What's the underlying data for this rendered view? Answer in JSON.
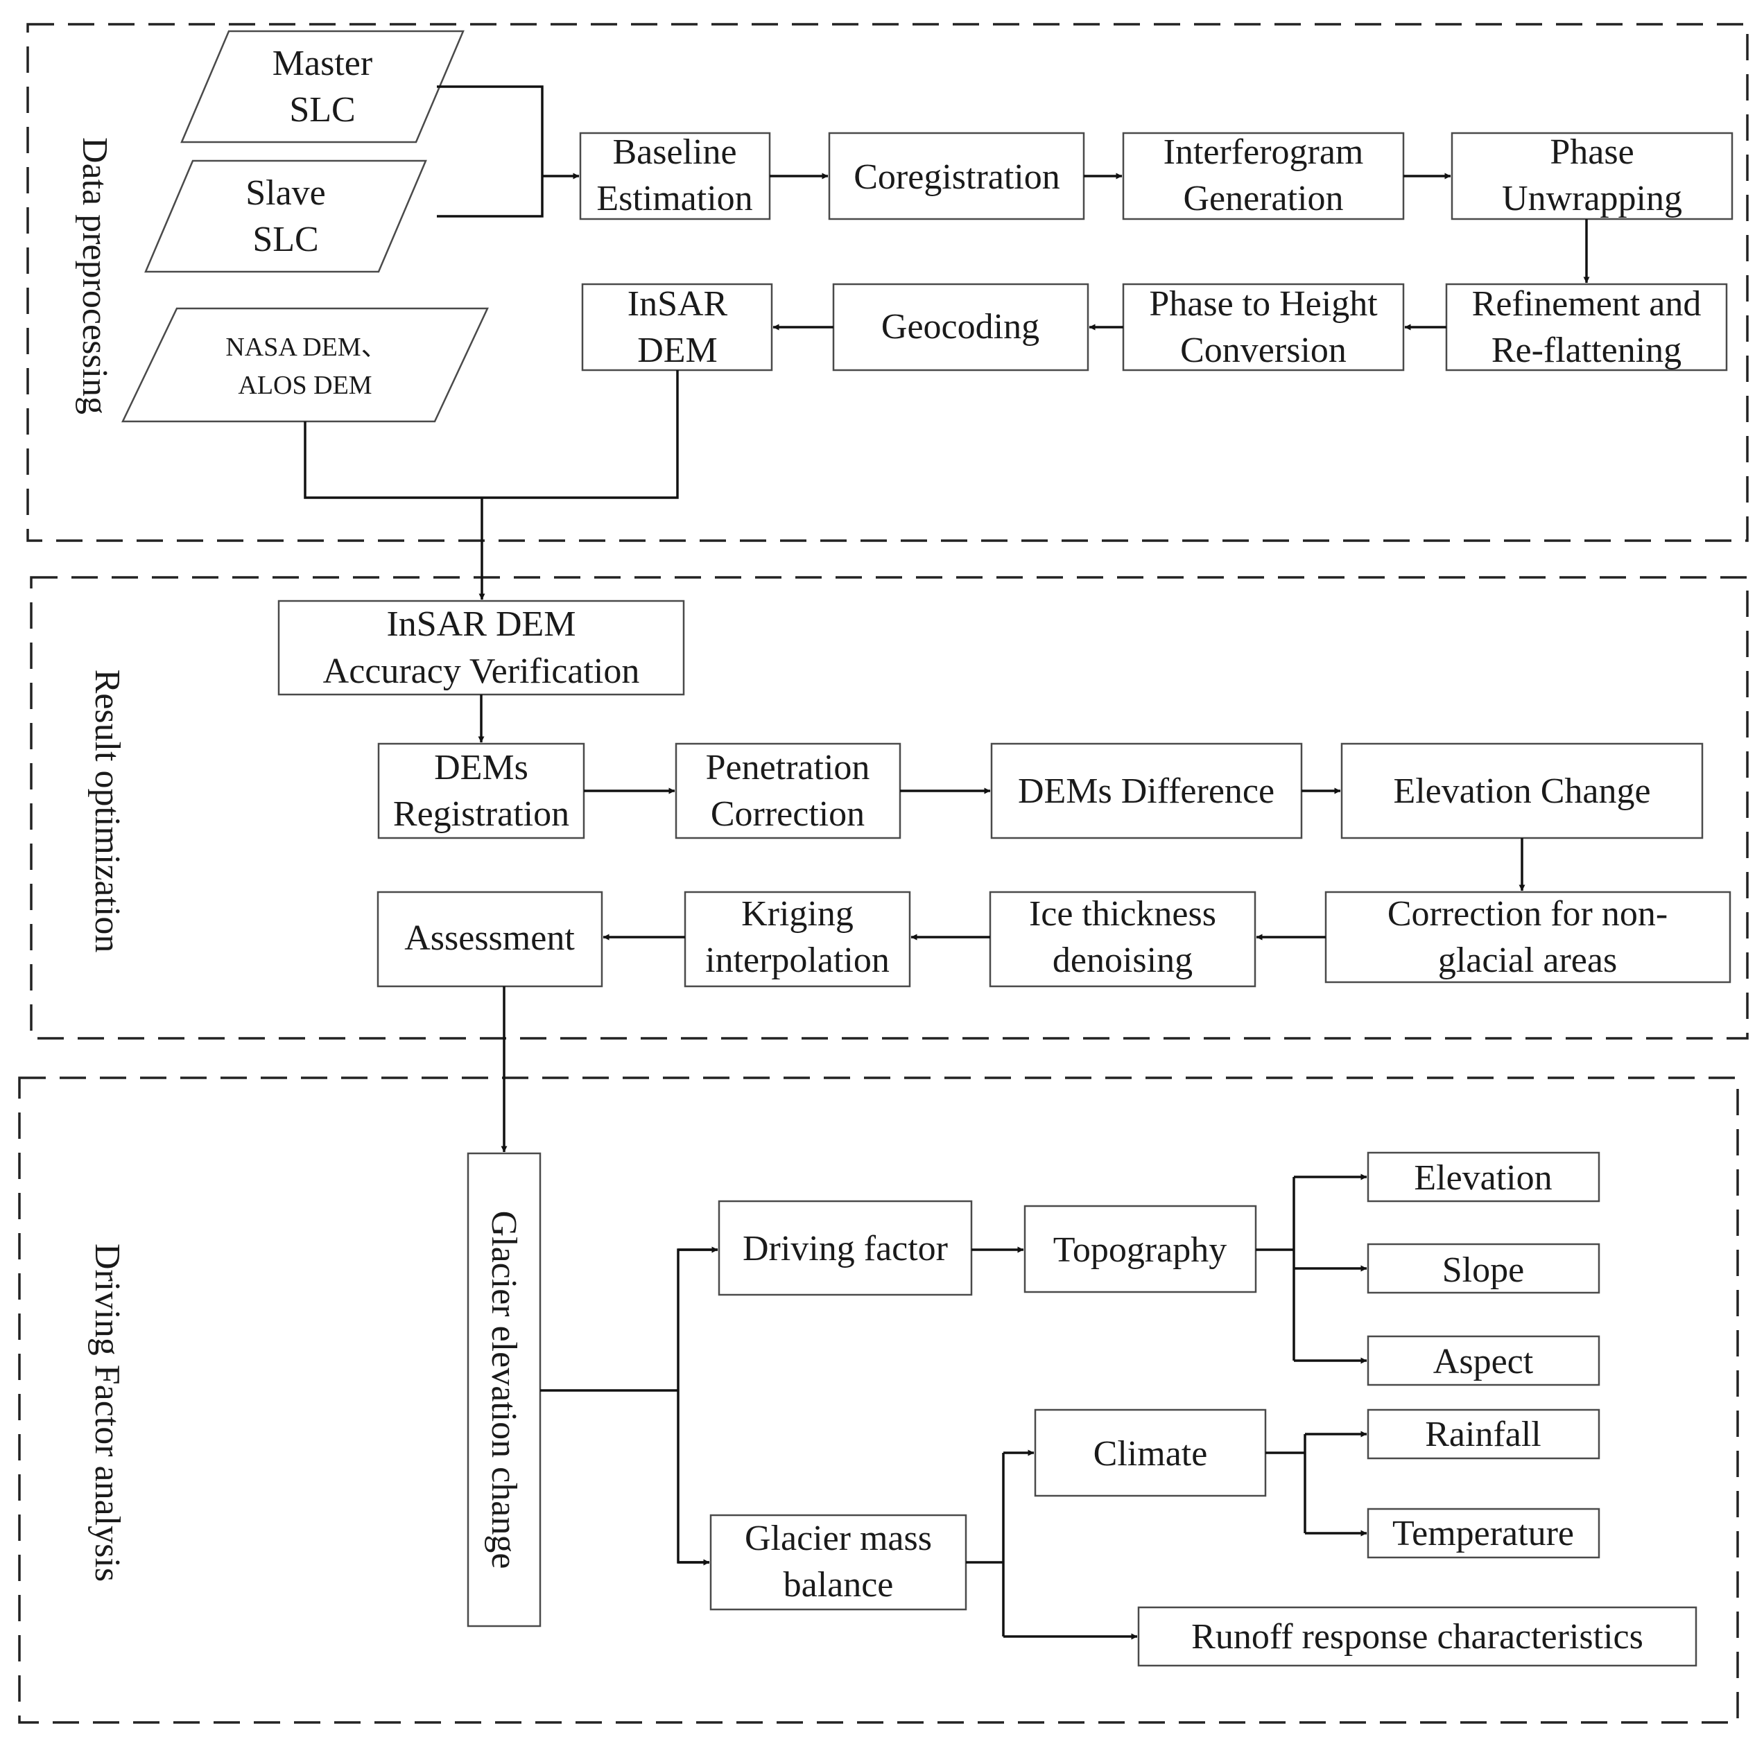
{
  "sections": {
    "data_preprocessing": "Data preprocessing",
    "result_optimization": "Result optimization",
    "driving_factor_analysis": "Driving Factor analysis"
  },
  "inputs": {
    "master_slc": [
      "Master",
      "SLC"
    ],
    "slave_slc": [
      "Slave",
      "SLC"
    ],
    "reference_dems": [
      "NASA DEM、",
      "ALOS DEM"
    ]
  },
  "preprocessing_steps": {
    "baseline_estimation": [
      "Baseline",
      "Estimation"
    ],
    "coregistration": [
      "Coregistration"
    ],
    "interferogram_generation": [
      "Interferogram",
      "Generation"
    ],
    "phase_unwrapping": [
      "Phase",
      "Unwrapping"
    ],
    "refinement_reflattening": [
      "Refinement and",
      "Re-flattening"
    ],
    "phase_to_height": [
      "Phase to Height",
      "Conversion"
    ],
    "geocoding": [
      "Geocoding"
    ],
    "insar_dem": [
      "InSAR",
      "DEM"
    ]
  },
  "optimization_steps": {
    "accuracy_verification": [
      "InSAR DEM",
      "Accuracy Verification"
    ],
    "dems_registration": [
      "DEMs",
      "Registration"
    ],
    "penetration_correction": [
      "Penetration",
      "Correction"
    ],
    "dems_difference": [
      "DEMs Difference"
    ],
    "elevation_change": [
      "Elevation Change"
    ],
    "non_glacial_correction": [
      "Correction for non-",
      "glacial areas"
    ],
    "ice_thickness_denoising": [
      "Ice thickness",
      "denoising"
    ],
    "kriging_interpolation": [
      "Kriging",
      "interpolation"
    ],
    "assessment": [
      "Assessment"
    ]
  },
  "analysis": {
    "glacier_elevation_change": "Glacier elevation change",
    "driving_factor": [
      "Driving factor"
    ],
    "topography": [
      "Topography"
    ],
    "elevation": [
      "Elevation"
    ],
    "slope": [
      "Slope"
    ],
    "aspect": [
      "Aspect"
    ],
    "glacier_mass_balance": [
      "Glacier mass",
      "balance"
    ],
    "climate": [
      "Climate"
    ],
    "rainfall": [
      "Rainfall"
    ],
    "temperature": [
      "Temperature"
    ],
    "runoff_response": [
      "Runoff response characteristics"
    ]
  }
}
